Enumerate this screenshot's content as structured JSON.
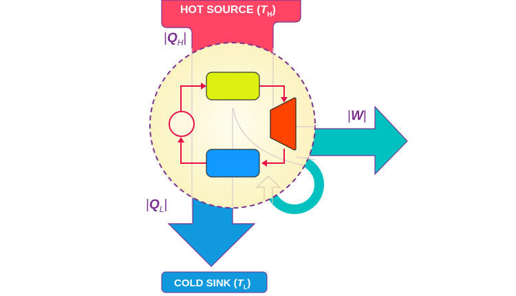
{
  "diagram": {
    "title": "Heat engine energy flow",
    "hot_source": {
      "label": "HOT SOURCE (",
      "symbol": "T",
      "subscript": "H",
      "close": ")",
      "color": "#ff4466"
    },
    "cold_sink": {
      "label": "COLD SINK (",
      "symbol": "T",
      "subscript": "L",
      "close": ")",
      "color": "#1199dd"
    },
    "heat_in": {
      "bar_left": "|",
      "symbol": "Q",
      "subscript": "H",
      "bar_right": "|"
    },
    "heat_out": {
      "bar_left": "|",
      "symbol": "Q",
      "subscript": "L",
      "bar_right": "|"
    },
    "work": {
      "bar_left": "|",
      "symbol": "W",
      "bar_right": "|",
      "color": "#00c0c0"
    },
    "engine": {
      "boundary_color": "#7b2f8f",
      "fill_color": "#fdf6c8",
      "boiler_color": "#ddf010",
      "condenser_color": "#1199ff",
      "turbine_color": "#ff4400",
      "loop_color": "#e8104a"
    }
  }
}
